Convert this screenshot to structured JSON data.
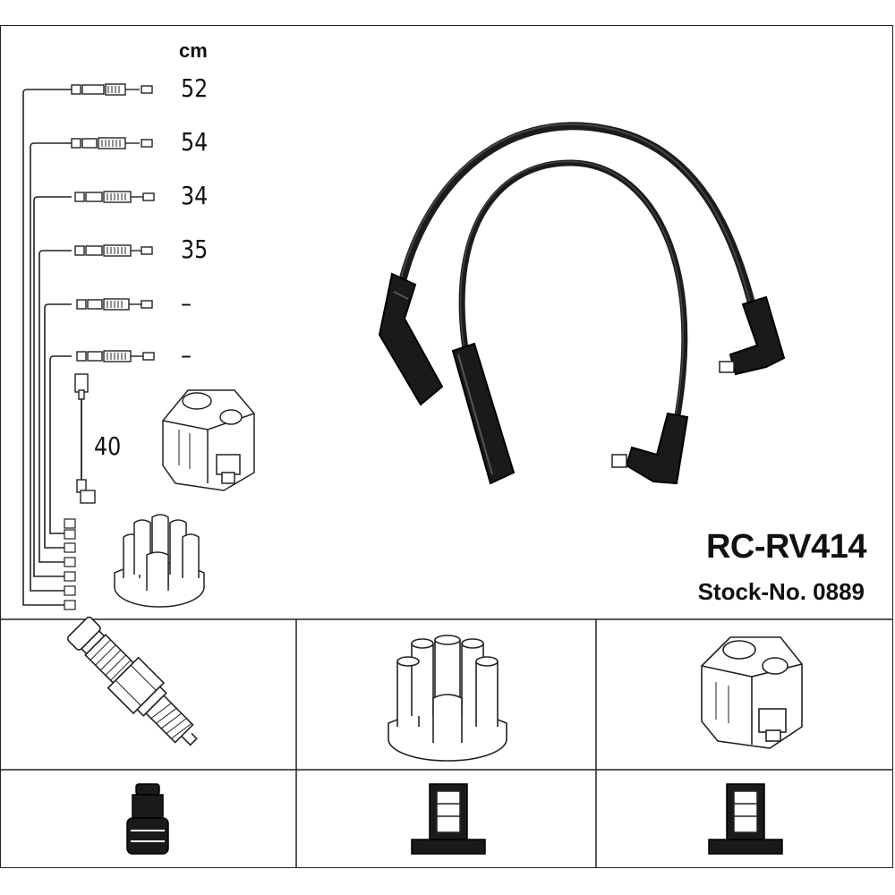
{
  "product": {
    "part_number": "RC-RV414",
    "stock_label": "Stock-No.",
    "stock_number": "0889"
  },
  "lengths": {
    "unit": "cm",
    "values": [
      "52",
      "54",
      "34",
      "35",
      "–",
      "–"
    ],
    "coil_lead": "40"
  },
  "icons": {
    "spark_plug": "spark-plug-icon",
    "distributor_cap": "distributor-cap-icon",
    "ignition_coil": "ignition-coil-icon",
    "plug_terminal": "spark-plug-terminal-icon",
    "cap_terminal": "distributor-terminal-icon",
    "coil_terminal": "coil-terminal-icon"
  },
  "colors": {
    "line": "#222222",
    "cable": "#1c1c1c"
  }
}
